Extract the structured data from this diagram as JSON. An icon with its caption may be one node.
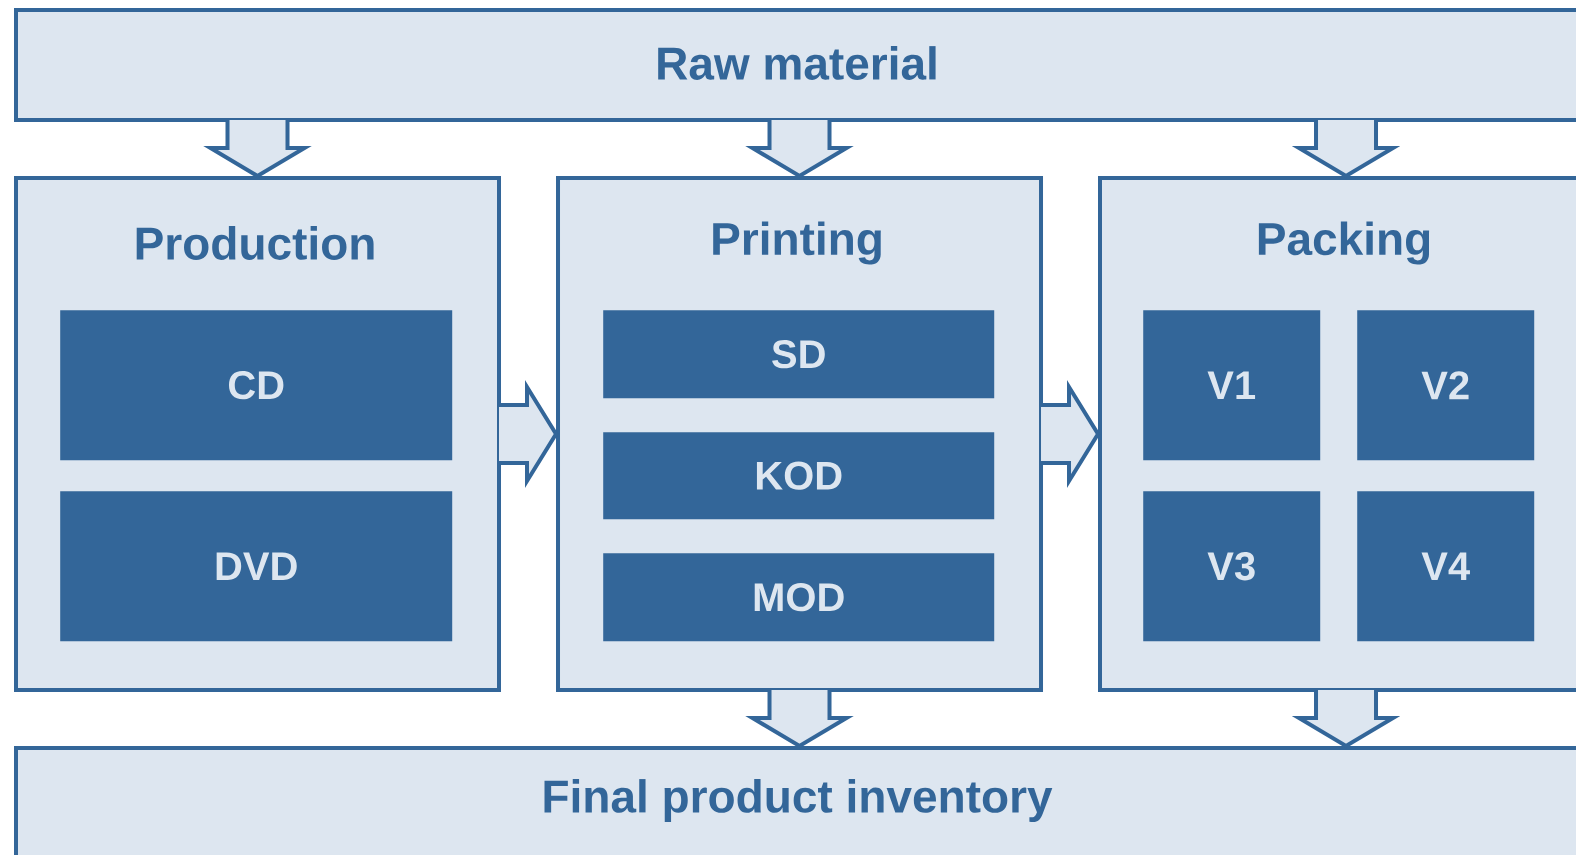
{
  "diagram": {
    "nodes": [
      {
        "text": [
          "Raw material"
        ]
      },
      {
        "text": [
          "Production"
        ]
      },
      {
        "text": [
          "CD"
        ],
        "in": 1
      },
      {
        "text": [
          "DVD"
        ],
        "in": 1
      },
      {
        "text": [
          "Printing"
        ]
      },
      {
        "text": [
          "SD"
        ],
        "in": 4
      },
      {
        "text": [
          "KOD"
        ],
        "in": 4
      },
      {
        "text": [
          "MOD"
        ],
        "in": 4
      },
      {
        "text": [
          "Packing"
        ]
      },
      {
        "text": [
          "V1"
        ],
        "in": 8
      },
      {
        "text": [
          "V2"
        ],
        "in": 8
      },
      {
        "text": [
          "V3"
        ],
        "in": 8
      },
      {
        "text": [
          "V4"
        ],
        "in": 8
      },
      {
        "text": [
          "Final product inventory"
        ]
      }
    ],
    "edges": [
      {
        "from": 0,
        "to": 1,
        "arrow": "to"
      },
      {
        "from": 0,
        "to": 4,
        "arrow": "to"
      },
      {
        "from": 0,
        "to": 8,
        "arrow": "to"
      },
      {
        "from": 1,
        "to": 4,
        "arrow": "to"
      },
      {
        "from": 4,
        "to": 8,
        "arrow": "to"
      },
      {
        "from": 4,
        "to": 13,
        "arrow": "to"
      },
      {
        "from": 8,
        "to": 13,
        "arrow": "to"
      }
    ]
  }
}
